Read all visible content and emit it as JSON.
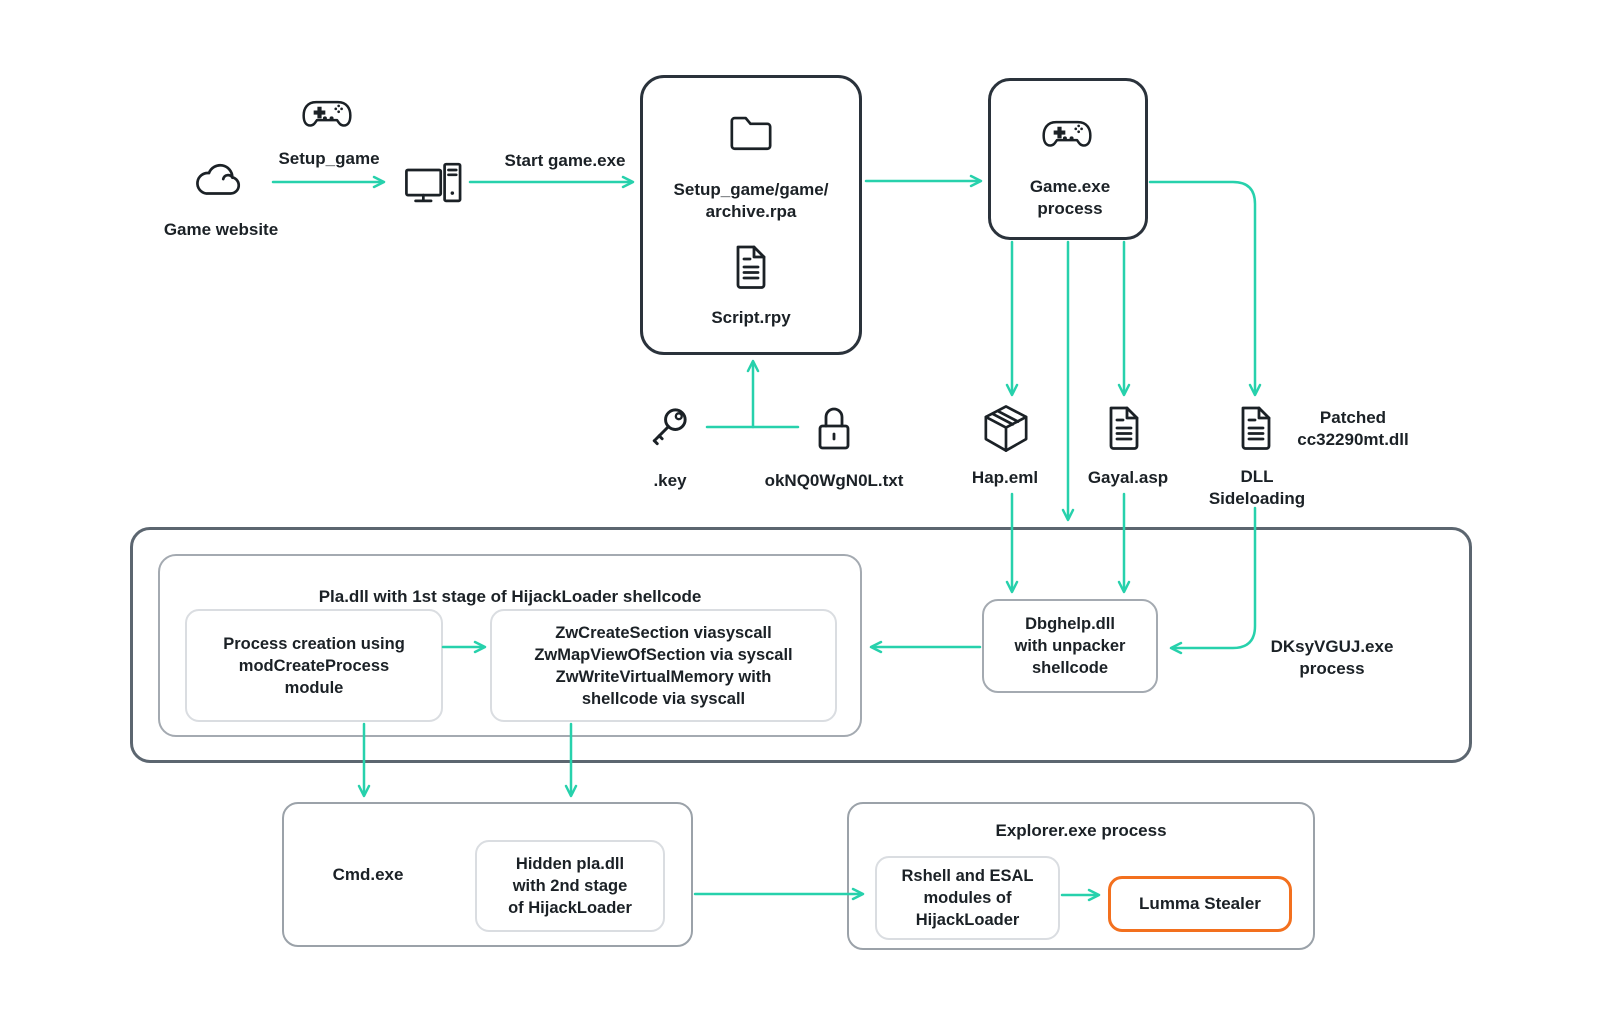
{
  "colors": {
    "accent_teal": "#27d1ac",
    "dark_border": "#2a323b",
    "outer_process_border": "#5c6670",
    "gray_border": "#9ba2a9",
    "light_border": "#dadde1",
    "alert_orange": "#f3701e",
    "text": "#1b2126"
  },
  "icons": [
    "cloud-icon",
    "gamepad-icon",
    "computer-icon",
    "folder-icon",
    "file-icon",
    "key-icon",
    "lock-icon",
    "package-icon"
  ],
  "top": {
    "game_website": "Game website",
    "setup_game": "Setup_game",
    "start_game": "Start game.exe",
    "archive": [
      "Setup_game/game/",
      "archive.rpa"
    ],
    "script": "Script.rpy",
    "game_process": [
      "Game.exe",
      "process"
    ],
    "key": ".key",
    "lock": "okNQ0WgN0L.txt",
    "hap": "Hap.eml",
    "gayal": "Gayal.asp",
    "dll": [
      "DLL",
      "Sideloading"
    ],
    "patched": [
      "Patched",
      "cc32290mt.dll"
    ]
  },
  "loader": {
    "pla_title": "Pla.dll with 1st stage of HijackLoader shellcode",
    "process_creation": [
      "Process creation using",
      "modCreateProcess",
      "module"
    ],
    "zw": [
      "ZwCreateSection viasyscall",
      "ZwMapViewOfSection via syscall",
      "ZwWriteVirtualMemory with",
      "shellcode via syscall"
    ],
    "dbghelp": [
      "Dbghelp.dll",
      "with unpacker",
      "shellcode"
    ],
    "process_label": [
      "DKsyVGUJ.exe",
      "process"
    ]
  },
  "bottom": {
    "cmd": "Cmd.exe",
    "hidden": [
      "Hidden pla.dll",
      "with 2nd stage",
      "of HijackLoader"
    ],
    "explorer_title": "Explorer.exe process",
    "rshell": [
      "Rshell and ESAL",
      "modules of",
      "HijackLoader"
    ],
    "lumma": "Lumma Stealer"
  }
}
